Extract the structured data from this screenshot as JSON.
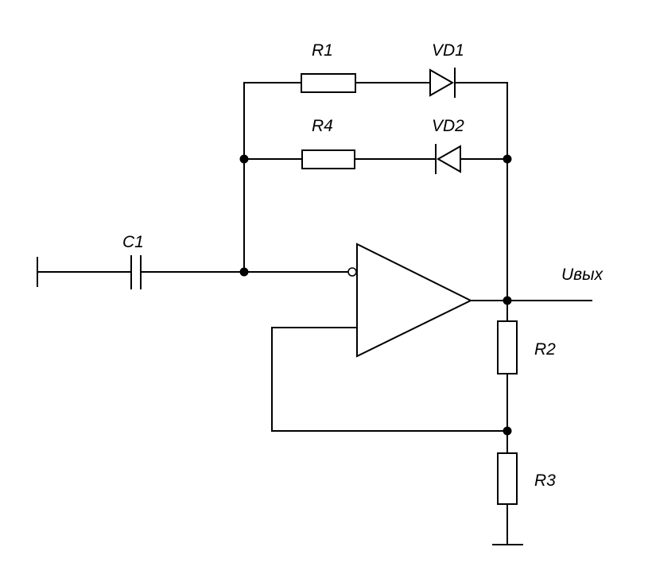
{
  "labels": {
    "r1": "R1",
    "vd1": "VD1",
    "r4": "R4",
    "vd2": "VD2",
    "c1": "C1",
    "uout": "Uвых",
    "r2": "R2",
    "r3": "R3"
  }
}
